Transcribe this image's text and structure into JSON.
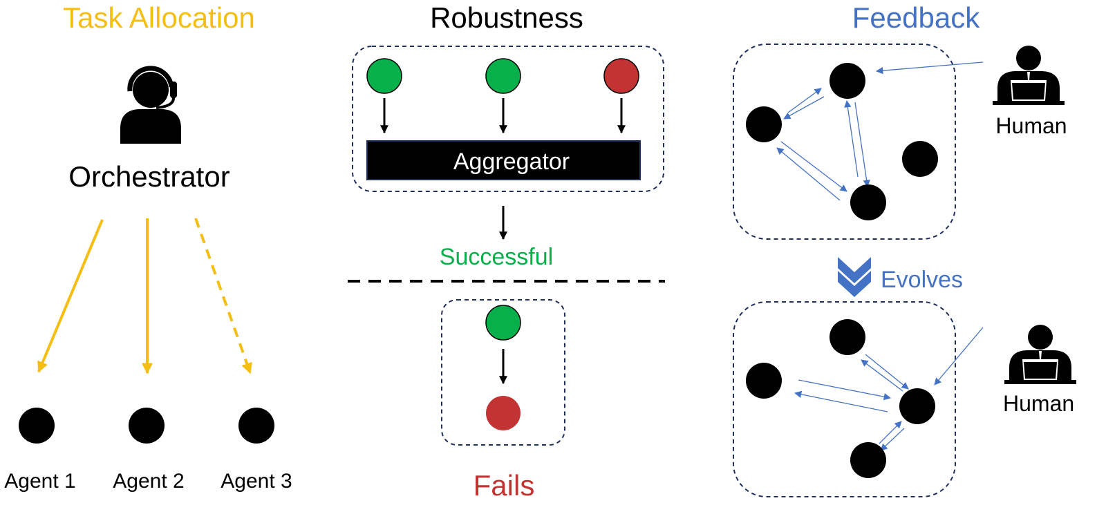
{
  "colors": {
    "yellow": "#F5BE12",
    "green": "#07B04B",
    "red": "#C23434",
    "blue": "#4472C4",
    "navy": "#1F2E5A",
    "black": "#000000"
  },
  "icons": {
    "orchestrator": "headset-person-icon",
    "human": "person-at-laptop-icon",
    "evolves": "double-chevron-down-icon"
  },
  "task_allocation": {
    "title": "Task Allocation",
    "orchestrator_label": "Orchestrator",
    "agents": [
      "Agent 1",
      "Agent 2",
      "Agent 3"
    ]
  },
  "robustness": {
    "title": "Robustness",
    "aggregator_label": "Aggregator",
    "success_label": "Successful",
    "fail_label": "Fails"
  },
  "feedback": {
    "title": "Feedback",
    "human_label": "Human",
    "evolves_label": "Evolves"
  }
}
